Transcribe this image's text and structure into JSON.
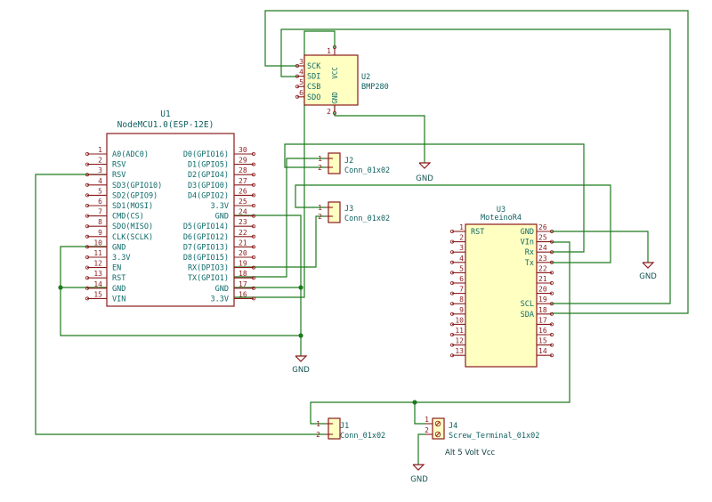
{
  "u1": {
    "ref": "U1",
    "value": "NodeMCU1.0(ESP-12E)",
    "left_pins": [
      {
        "num": "1",
        "name": "A0(ADC0)"
      },
      {
        "num": "2",
        "name": "RSV"
      },
      {
        "num": "3",
        "name": "RSV"
      },
      {
        "num": "4",
        "name": "SD3(GPIO10)"
      },
      {
        "num": "5",
        "name": "SD2(GPIO9)"
      },
      {
        "num": "6",
        "name": "SD1(MOSI)"
      },
      {
        "num": "7",
        "name": "CMD(CS)"
      },
      {
        "num": "8",
        "name": "SDO(MISO)"
      },
      {
        "num": "9",
        "name": "CLK(SCLK)"
      },
      {
        "num": "10",
        "name": "GND"
      },
      {
        "num": "11",
        "name": "3.3V"
      },
      {
        "num": "12",
        "name": "EN"
      },
      {
        "num": "13",
        "name": "RST"
      },
      {
        "num": "14",
        "name": "GND"
      },
      {
        "num": "15",
        "name": "VIN"
      }
    ],
    "right_pins": [
      {
        "num": "30",
        "name": "D0(GPIO16)"
      },
      {
        "num": "29",
        "name": "D1(GPIO5)"
      },
      {
        "num": "28",
        "name": "D2(GPIO4)"
      },
      {
        "num": "27",
        "name": "D3(GPIO0)"
      },
      {
        "num": "26",
        "name": "D4(GPIO2)"
      },
      {
        "num": "25",
        "name": "3.3V"
      },
      {
        "num": "24",
        "name": "GND"
      },
      {
        "num": "23",
        "name": "D5(GPIO14)"
      },
      {
        "num": "22",
        "name": "D6(GPIO12)"
      },
      {
        "num": "21",
        "name": "D7(GPIO13)"
      },
      {
        "num": "20",
        "name": "D8(GPIO15)"
      },
      {
        "num": "19",
        "name": "RX(DPIO3)"
      },
      {
        "num": "18",
        "name": "TX(GPIO1)"
      },
      {
        "num": "17",
        "name": "GND"
      },
      {
        "num": "16",
        "name": "3.3V"
      }
    ]
  },
  "u2": {
    "ref": "U2",
    "value": "BMP280",
    "left_pins": [
      {
        "num": "3",
        "name": "SCK"
      },
      {
        "num": "4",
        "name": "SDI"
      },
      {
        "num": "5",
        "name": "CSB"
      },
      {
        "num": "6",
        "name": "SDO"
      }
    ],
    "top_pin": {
      "num": "1",
      "name": "VCC"
    },
    "bottom_pin": {
      "num": "2",
      "name": "GND"
    }
  },
  "u3": {
    "ref": "U3",
    "value": "MoteinoR4",
    "left_pins": [
      {
        "num": "1",
        "name": "RST"
      },
      {
        "num": "2",
        "name": ""
      },
      {
        "num": "3",
        "name": ""
      },
      {
        "num": "4",
        "name": ""
      },
      {
        "num": "5",
        "name": ""
      },
      {
        "num": "6",
        "name": ""
      },
      {
        "num": "7",
        "name": ""
      },
      {
        "num": "8",
        "name": ""
      },
      {
        "num": "9",
        "name": ""
      },
      {
        "num": "10",
        "name": ""
      },
      {
        "num": "11",
        "name": ""
      },
      {
        "num": "12",
        "name": ""
      },
      {
        "num": "13",
        "name": ""
      }
    ],
    "right_pins": [
      {
        "num": "26",
        "name": "GND"
      },
      {
        "num": "25",
        "name": "VIn"
      },
      {
        "num": "24",
        "name": "Rx"
      },
      {
        "num": "23",
        "name": "Tx"
      },
      {
        "num": "22",
        "name": ""
      },
      {
        "num": "21",
        "name": ""
      },
      {
        "num": "20",
        "name": ""
      },
      {
        "num": "19",
        "name": "SCL"
      },
      {
        "num": "18",
        "name": "SDA"
      },
      {
        "num": "17",
        "name": ""
      },
      {
        "num": "16",
        "name": ""
      },
      {
        "num": "15",
        "name": ""
      },
      {
        "num": "14",
        "name": ""
      }
    ]
  },
  "j1": {
    "ref": "J1",
    "value": "Conn_01x02",
    "pins": [
      "1",
      "2"
    ]
  },
  "j2": {
    "ref": "J2",
    "value": "Conn_01x02",
    "pins": [
      "1",
      "2"
    ]
  },
  "j3": {
    "ref": "J3",
    "value": "Conn_01x02",
    "pins": [
      "1",
      "2"
    ]
  },
  "j4": {
    "ref": "J4",
    "value": "Screw_Terminal_01x02",
    "pins": [
      "1",
      "2"
    ],
    "note": "Alt 5 Volt Vcc"
  },
  "gnd_label": "GND",
  "colors": {
    "wire": "#1f7a1f",
    "body_fill": "#ffffc2",
    "outline": "#8a1b1b",
    "text": "#0f6b6b"
  }
}
